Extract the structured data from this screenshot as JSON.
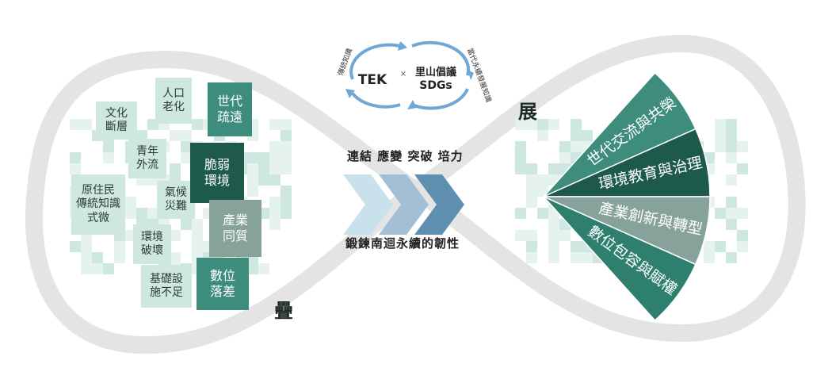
{
  "colors": {
    "loop": "#e4e4e4",
    "pale": "#cfe7e1",
    "paler": "#e5f2ee",
    "teal": "#3d8c7c",
    "dark_teal": "#1d5a4c",
    "grey_teal": "#86a29b",
    "arrow_light": "#c9e1ea",
    "arrow_mid": "#a3bfd5",
    "arrow_dark": "#5f8fb0",
    "cycle_arrow": "#6fa8d6"
  },
  "center": {
    "tek": "TEK",
    "times": "×",
    "satoyama": "里山倡議",
    "sdgs": "SDGs",
    "arc_left": "傳統知識",
    "arc_right": "當代永續發展知識"
  },
  "top_caption": "連結 應變 突破 培力",
  "bottom_caption": "鍛鍊南迴永續的韌性",
  "left_label": "疊",
  "right_label": "展",
  "issues": [
    {
      "text": "人口\n老化",
      "style": "light"
    },
    {
      "text": "文化\n斷層",
      "style": "light"
    },
    {
      "text": "青年\n外流",
      "style": "light"
    },
    {
      "text": "原住民\n傳統知識\n式微",
      "style": "light"
    },
    {
      "text": "氣候\n災難",
      "style": "light"
    },
    {
      "text": "環境\n破壞",
      "style": "light"
    },
    {
      "text": "基礎設\n施不足",
      "style": "light"
    },
    {
      "text": "世代\n疏遠",
      "style": "mid"
    },
    {
      "text": "脆弱\n環境",
      "style": "dark"
    },
    {
      "text": "產業\n同質",
      "style": "grey"
    },
    {
      "text": "數位\n落差",
      "style": "mid"
    }
  ],
  "fan": [
    {
      "text": "世代交流與共榮",
      "color": "#3d8c7c"
    },
    {
      "text": "環境教育與治理",
      "color": "#1d5a4c"
    },
    {
      "text": "產業創新與轉型",
      "color": "#86a29b"
    },
    {
      "text": "數位包容與賦權",
      "color": "#2f7f6e"
    }
  ]
}
